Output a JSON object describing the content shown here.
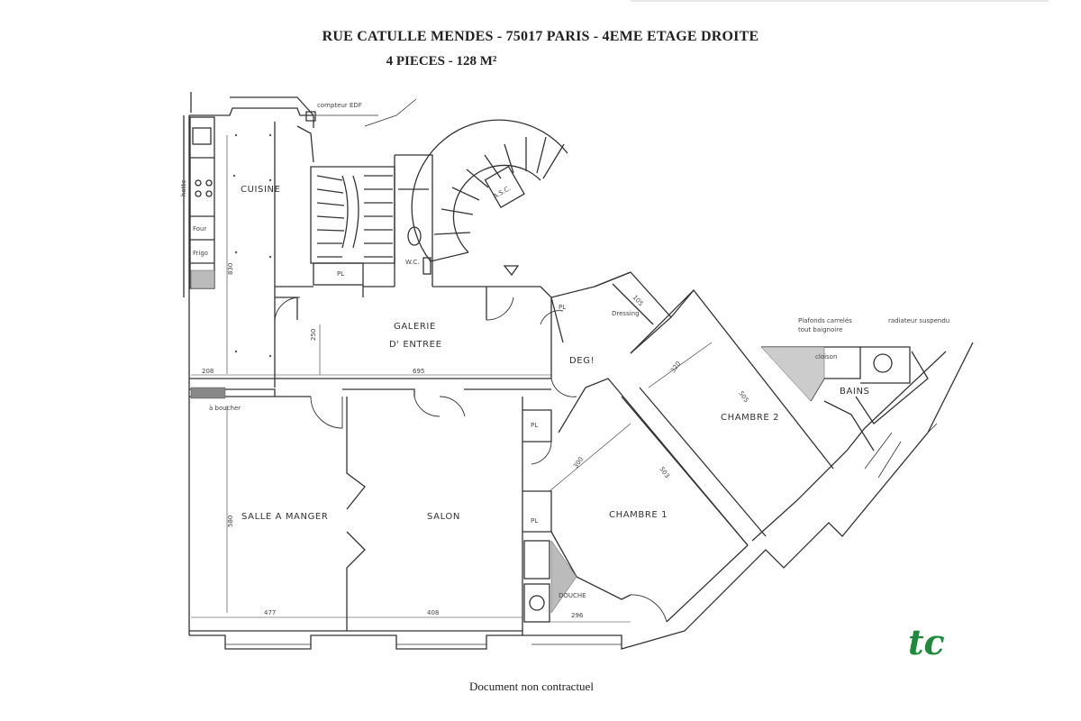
{
  "header": {
    "address": "RUE CATULLE MENDES - 75017 PARIS - 4EME ETAGE DROITE",
    "summary": "4 PIECES - 128 M²"
  },
  "rooms": {
    "cuisine": "CUISINE",
    "galerie_line1": "GALERIE",
    "galerie_line2": "D' ENTREE",
    "salle_a_manger": "SALLE A MANGER",
    "salon": "SALON",
    "chambre_1": "CHAMBRE 1",
    "chambre_2": "CHAMBRE 2",
    "bains": "BAINS",
    "degt": "DEG!",
    "wc": "W.C.",
    "asc": "A.S.C.",
    "douche": "DOUCHE",
    "dressing": "Dressing",
    "placard": "PL"
  },
  "fixtures": {
    "four": "Four",
    "frigo": "Frigo",
    "hotte": "hotte"
  },
  "annotations": {
    "compteur": "compteur EDF",
    "bouche": "à boucher",
    "carrelage_line1": "Plafonds carrelés",
    "carrelage_line2": "tout baignoire",
    "radiateur": "radiateur suspendu",
    "cloison": "cloison"
  },
  "dimensions": {
    "d208": "208",
    "d695": "695",
    "d250": "250",
    "d830": "830",
    "d580": "580",
    "d477": "477",
    "d408": "408",
    "d296": "296",
    "d320": "320",
    "d505": "505",
    "d300": "300",
    "d503": "503",
    "d105": "105"
  },
  "footer": {
    "disclaimer": "Document non contractuel"
  },
  "logo": {
    "text": "tc",
    "color": "#1e8a3c"
  }
}
